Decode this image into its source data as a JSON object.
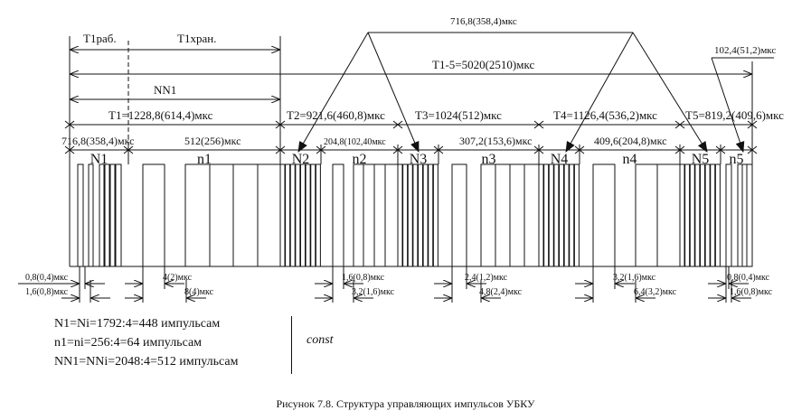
{
  "diagram": {
    "top_labels": {
      "t1_work": "T1раб.",
      "t1_store": "T1хран.",
      "nn1": "NN1",
      "t1_5": "T1-5=5020(2510)мкс",
      "group_width_callout": "716,8(358,4)мкс",
      "n5_width_callout": "102,4(51,2)мкс"
    },
    "periods": [
      {
        "id": "T1",
        "label": "T1=1228,8(614,4)мкс"
      },
      {
        "id": "T2",
        "label": "T2=921,6(460,8)мкс"
      },
      {
        "id": "T3",
        "label": "T3=1024(512)мкс"
      },
      {
        "id": "T4",
        "label": "T4=1126,4(536,2)мкс"
      },
      {
        "id": "T5",
        "label": "T5=819,2(409,6)мкс"
      }
    ],
    "segment_widths": [
      {
        "id": "N1",
        "label": "716,8(358,4)мкс"
      },
      {
        "id": "n1",
        "label": "512(256)мкс"
      },
      {
        "id": "n2",
        "label": "204,8(102,40мкс"
      },
      {
        "id": "n3",
        "label": "307,2(153,6)мкс"
      },
      {
        "id": "n4",
        "label": "409,6(204,8)мкс"
      }
    ],
    "segments": [
      {
        "id": "N1",
        "label": "N1"
      },
      {
        "id": "n1",
        "label": "n1"
      },
      {
        "id": "N2",
        "label": "N2"
      },
      {
        "id": "n2",
        "label": "n2"
      },
      {
        "id": "N3",
        "label": "N3"
      },
      {
        "id": "n3",
        "label": "n3"
      },
      {
        "id": "N4",
        "label": "N4"
      },
      {
        "id": "n4",
        "label": "n4"
      },
      {
        "id": "N5",
        "label": "N5"
      },
      {
        "id": "n5",
        "label": "n5"
      }
    ],
    "pulse_dims": [
      {
        "pulse": "0,8(0,4)мкс",
        "period": "1,6(0,8)мкс"
      },
      {
        "pulse": "4(2)мкс",
        "period": "8(4)мкс"
      },
      {
        "pulse": "1,6(0,8)мкс",
        "period": "3,2(1,6)мкс"
      },
      {
        "pulse": "2,4(1,2)мкс",
        "period": "4,8(2,4)мкс"
      },
      {
        "pulse": "3,2(1,6)мкс",
        "period": "6,4(3,2)мкс"
      },
      {
        "pulse": "0,8(0,4)мкс",
        "period": "1,6(0,8)мкс"
      }
    ]
  },
  "formulas": [
    {
      "text": "N1=Ni=1792:4=448 импульсам"
    },
    {
      "text": "n1=ni=256:4=64 импульсам"
    },
    {
      "text": "NN1=NNi=2048:4=512 импульсам"
    }
  ],
  "const_label": "const",
  "caption": "Рисунок 7.8. Структура управляющих импульсов УБКУ"
}
